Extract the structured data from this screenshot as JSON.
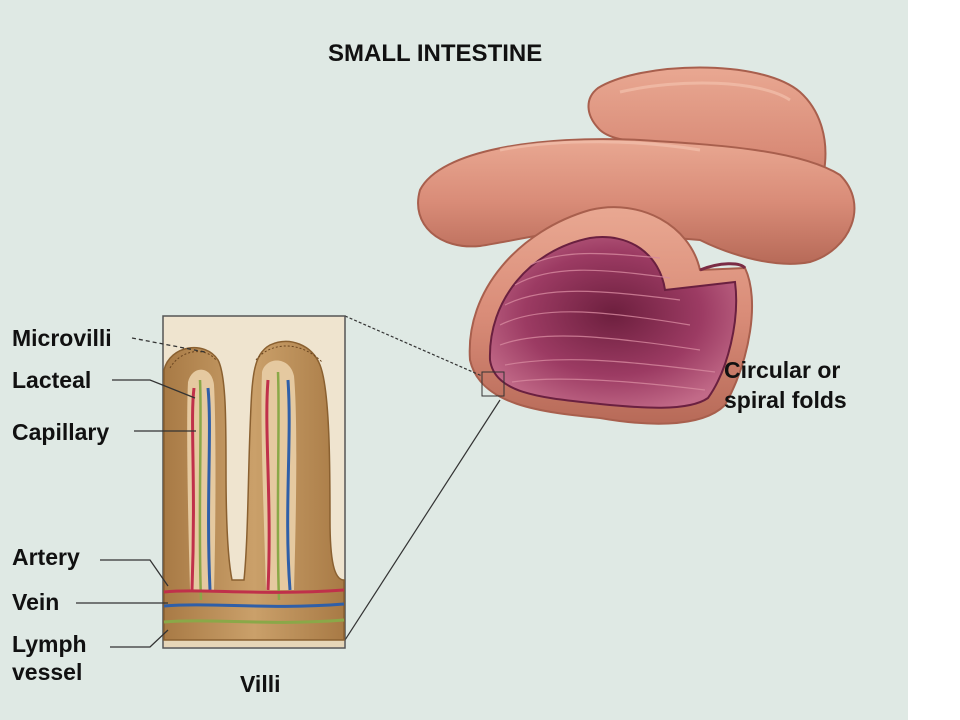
{
  "title": "SMALL INTESTINE",
  "labels": {
    "microvilli": "Microvilli",
    "lacteal": "Lacteal",
    "capillary": "Capillary",
    "artery": "Artery",
    "vein": "Vein",
    "lymph_line1": "Lymph",
    "lymph_line2": "vessel",
    "villi": "Villi",
    "folds_line1": "Circular or",
    "folds_line2": "spiral folds"
  },
  "colors": {
    "background": "#dfe9e4",
    "intestine_outer": "#d98c78",
    "intestine_inner": "#a8446a",
    "villus_tissue": "#b98a55",
    "artery": "#c0304a",
    "vein": "#2f5fa8",
    "lymph": "#8aa848"
  }
}
